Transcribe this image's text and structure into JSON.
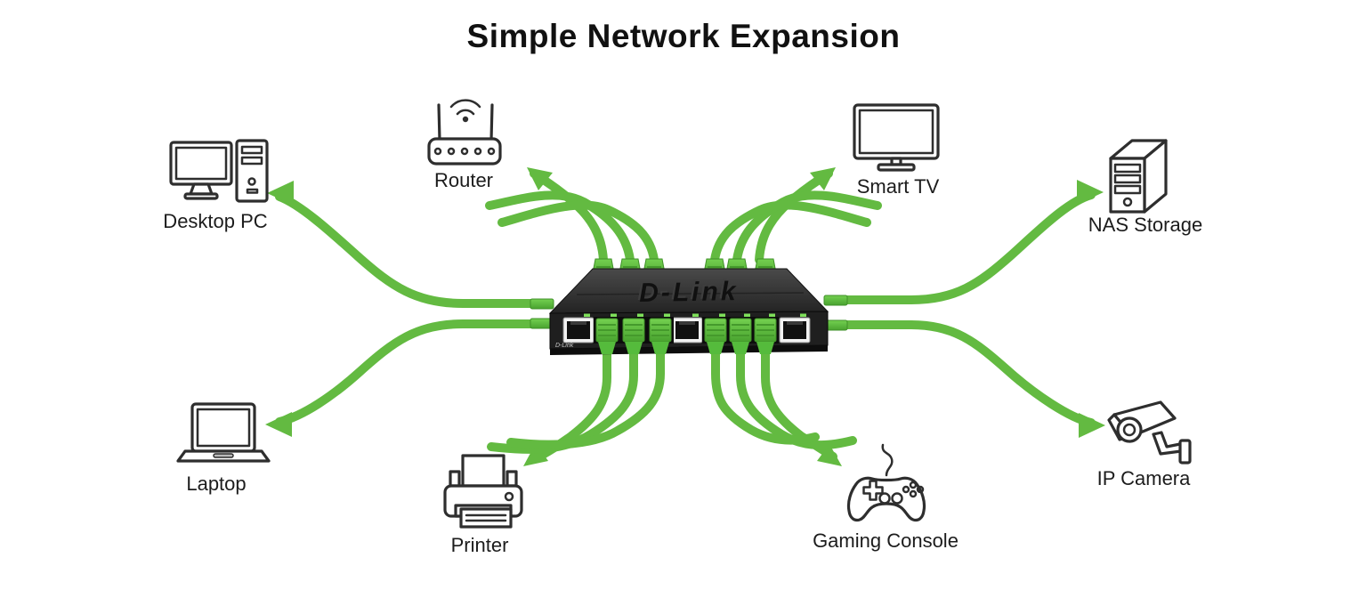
{
  "title": "Simple Network Expansion",
  "colors": {
    "cable_green": "#63ba41",
    "plug_green": "#5fc13c",
    "switch_body": "#242424",
    "line_art": "#2e2e2e",
    "background": "#ffffff",
    "text": "#1c1c1c"
  },
  "switch": {
    "brand": "D-Link",
    "front_ports_plugged": 6,
    "top_ports_plugged": 6,
    "side_ports_plugged": 4
  },
  "devices": [
    {
      "id": "desktop-pc",
      "label": "Desktop PC",
      "icon": "desktop-pc-icon",
      "position": "upper-left",
      "cables": 1
    },
    {
      "id": "router",
      "label": "Router",
      "icon": "router-icon",
      "position": "top-left",
      "cables": 3
    },
    {
      "id": "smart-tv",
      "label": "Smart TV",
      "icon": "smart-tv-icon",
      "position": "top-right",
      "cables": 3
    },
    {
      "id": "nas-storage",
      "label": "NAS Storage",
      "icon": "nas-server-icon",
      "position": "upper-right",
      "cables": 1
    },
    {
      "id": "laptop",
      "label": "Laptop",
      "icon": "laptop-icon",
      "position": "lower-left",
      "cables": 1
    },
    {
      "id": "printer",
      "label": "Printer",
      "icon": "printer-icon",
      "position": "bottom-left",
      "cables": 3
    },
    {
      "id": "gaming-console",
      "label": "Gaming Console",
      "icon": "gamepad-icon",
      "position": "bottom-right",
      "cables": 3
    },
    {
      "id": "ip-camera",
      "label": "IP Camera",
      "icon": "cctv-camera-icon",
      "position": "lower-right",
      "cables": 1
    }
  ]
}
